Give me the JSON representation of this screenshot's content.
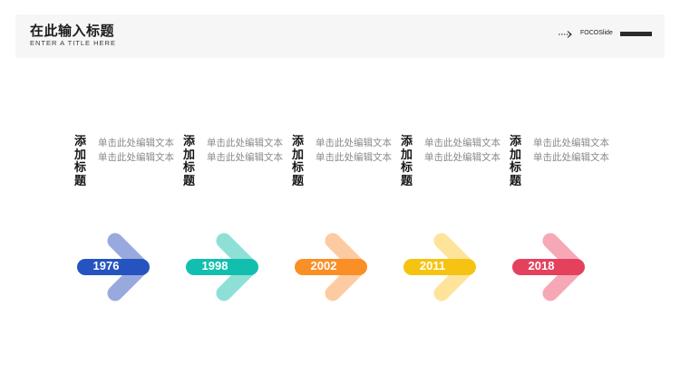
{
  "header": {
    "title": "在此输入标题",
    "subtitle": "ENTER A TITLE HERE",
    "brand": "FOCOSlide"
  },
  "timeline": [
    {
      "heading": "添加标题",
      "text": "单击此处编辑文本单击此处编辑文本",
      "year": "1976",
      "color_light": "#98a9de",
      "color_dark": "#2553c0"
    },
    {
      "heading": "添加标题",
      "text": "单击此处编辑文本单击此处编辑文本",
      "year": "1998",
      "color_light": "#8ee0d7",
      "color_dark": "#12bfae"
    },
    {
      "heading": "添加标题",
      "text": "单击此处编辑文本单击此处编辑文本",
      "year": "2002",
      "color_light": "#fdcba1",
      "color_dark": "#f98f25"
    },
    {
      "heading": "添加标题",
      "text": "单击此处编辑文本单击此处编辑文本",
      "year": "2011",
      "color_light": "#fde49a",
      "color_dark": "#f6c312"
    },
    {
      "heading": "添加标题",
      "text": "单击此处编辑文本单击此处编辑文本",
      "year": "2018",
      "color_light": "#f6a8b6",
      "color_dark": "#e4415d"
    }
  ]
}
